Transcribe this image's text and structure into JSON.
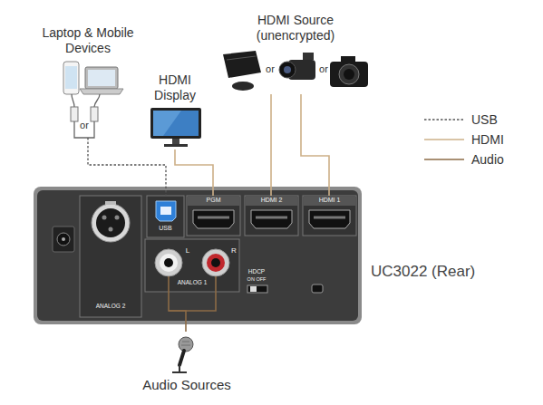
{
  "diagram": {
    "nodes": [
      {
        "text": [
          "Laptop & Mobile Devices"
        ]
      },
      {
        "text": [
          "HDMI Display"
        ]
      },
      {
        "text": [
          "HDMI Source (unencrypted)"
        ]
      },
      {
        "text": [
          "UC3022 (Rear)"
        ]
      },
      {
        "text": [
          "ANALOG 2"
        ],
        "in": 3
      },
      {
        "text": [
          "USB"
        ],
        "in": 3
      },
      {
        "text": [
          "PGM"
        ],
        "in": 3
      },
      {
        "text": [
          "HDMI 2"
        ],
        "in": 3
      },
      {
        "text": [
          "HDMI 1"
        ],
        "in": 3
      },
      {
        "text": [
          "L",
          "R",
          "ANALOG 1"
        ],
        "in": 3
      },
      {
        "text": [
          "Audio Sources"
        ]
      }
    ],
    "edges": [
      {
        "from": 0,
        "to": 5,
        "arrow": "none"
      },
      {
        "from": 1,
        "to": 6,
        "arrow": "none"
      },
      {
        "from": 2,
        "to": 7,
        "arrow": "none"
      },
      {
        "from": 2,
        "to": 8,
        "arrow": "none"
      },
      {
        "from": 10,
        "to": 9,
        "arrow": "none"
      }
    ],
    "labels": [
      "or",
      "or",
      "or",
      "HDCP",
      "ON OFF"
    ],
    "legend": [
      {
        "text": "USB"
      },
      {
        "text": "HDMI"
      },
      {
        "text": "Audio"
      }
    ]
  }
}
